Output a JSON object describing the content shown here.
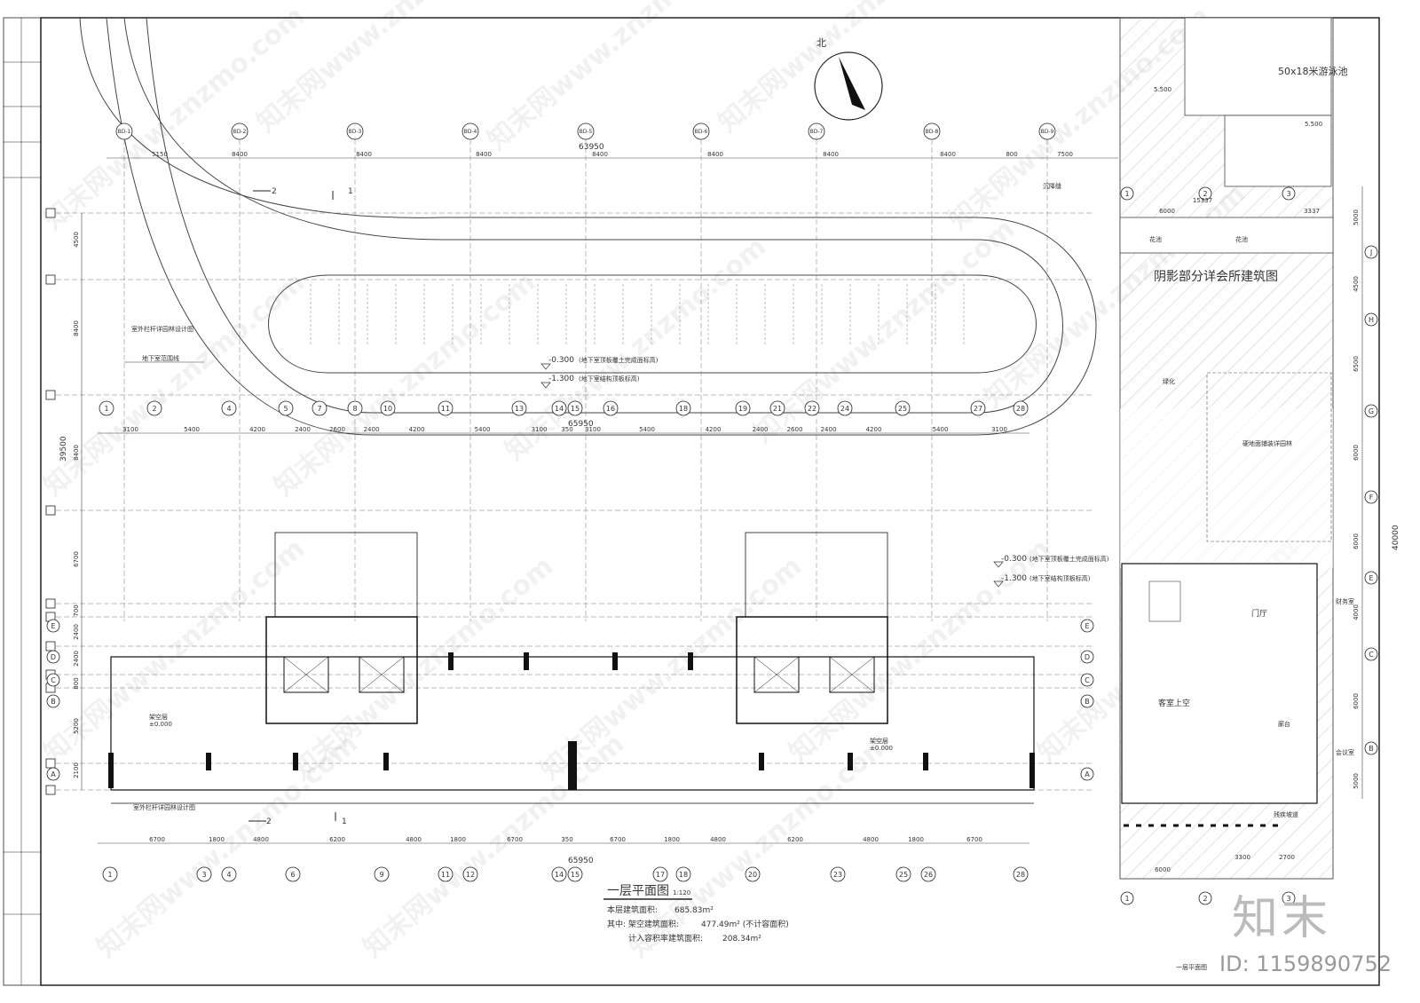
{
  "north_label": "北",
  "top_axes": [
    "BD-1",
    "BD-2",
    "BD-3",
    "BD-4",
    "BD-5",
    "BD-6",
    "BD-7",
    "BD-8",
    "BD-9"
  ],
  "top_total": "63950",
  "top_dims": [
    "5150",
    "8400",
    "8400",
    "8400",
    "8400",
    "8400",
    "8400",
    "8400",
    "800",
    "7500"
  ],
  "left_dims": [
    "4500",
    "8400",
    "8400",
    "6700",
    "700",
    "2400",
    "2400",
    "800",
    "5200",
    "2100"
  ],
  "left_total": "39500",
  "mid_axes": [
    "1",
    "2",
    "4",
    "5",
    "7",
    "8",
    "10",
    "11",
    "13",
    "14",
    "15",
    "16",
    "18",
    "19",
    "21",
    "22",
    "24",
    "25",
    "27",
    "28"
  ],
  "mid_total": "65950",
  "mid_dims": [
    "3100",
    "5400",
    "4200",
    "2400",
    "2600",
    "2400",
    "4200",
    "5400",
    "3100",
    "350",
    "3100",
    "5400",
    "4200",
    "2400",
    "2600",
    "2400",
    "4200",
    "5400",
    "3100"
  ],
  "bottom_axes": [
    "1",
    "3",
    "4",
    "6",
    "9",
    "11",
    "12",
    "14",
    "15",
    "17",
    "18",
    "20",
    "23",
    "25",
    "26",
    "28"
  ],
  "bottom_dims": [
    "6700",
    "1800",
    "4800",
    "6200",
    "4800",
    "1800",
    "6700",
    "350",
    "6700",
    "1800",
    "4800",
    "6200",
    "4800",
    "1800",
    "6700"
  ],
  "bottom_total": "65950",
  "row_axes": [
    "E",
    "D",
    "C",
    "B",
    "A"
  ],
  "right_axes": [
    "J",
    "H",
    "G",
    "F",
    "E",
    "C",
    "B"
  ],
  "right_dims": [
    "5000",
    "4500",
    "6500",
    "6000",
    "6000",
    "4000",
    "6000",
    "5000"
  ],
  "right_total": "40000",
  "club_top_axes": [
    "1",
    "2",
    "3"
  ],
  "club_top_dims": [
    "15337",
    "6000",
    "3337"
  ],
  "club_bottom_dims": [
    "6000",
    "3300",
    "2700"
  ],
  "labels": {
    "pool": "50x18米游泳池",
    "club_title": "阴影部分详会所建筑图",
    "basement_line": "地下室范围线",
    "railing_top": "室外栏杆详园林设计图",
    "railing_bottom": "室外栏杆详园林设计图",
    "level_a": "-0.300",
    "level_a_note": "(地下室顶板覆土完成面标高)",
    "level_b": "-1.300",
    "level_b_note": "(地下室结构顶板标高)",
    "level_c": "-0.300",
    "level_c_note": "(地下室顶板覆土完成面标高)",
    "level_d": "-1.300",
    "level_d_note": "(地下室结构顶板标高)",
    "elev_550": "5.500",
    "elev_550b": "5.500",
    "green": "绿化",
    "landscape": "硬地面铺装详园林",
    "lobby": "门厅",
    "finance": "财务室",
    "meeting": "会议室",
    "guest": "客室上空",
    "corridor": "廊台",
    "flower": "花池",
    "ramp": "残疾坡道",
    "entry_level": "±0.000",
    "settle_joint": "沉降缝",
    "section_1": "1",
    "section_2": "2",
    "shelter": "架空层"
  },
  "title": {
    "name": "一层平面图",
    "scale": "1:120",
    "area_line1_label": "本层建筑面积:",
    "area_line1_value": "685.83m²",
    "area_line2_label": "其中: 架空建筑面积:",
    "area_line2_value": "477.49m² (不计容面积)",
    "area_line3_label": "计入容积率建筑面积:",
    "area_line3_value": "208.34m²"
  },
  "club_plan_title": "一层平面图",
  "watermark_text": "知末网www.znzmo.com",
  "logo_text": "知末",
  "id_text": "ID: 1159890752"
}
